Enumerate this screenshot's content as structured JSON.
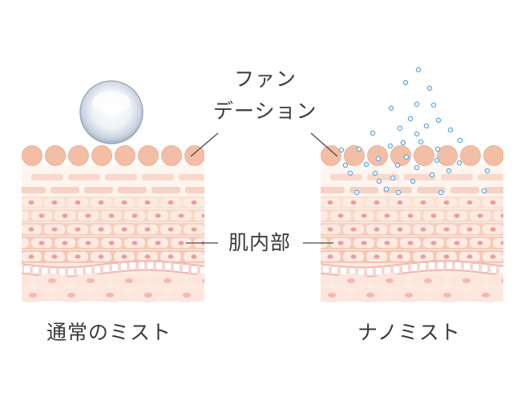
{
  "labels": {
    "foundation_line1": "ファン",
    "foundation_line2": "デーション",
    "skin_interior": "肌内部",
    "normal_mist": "通常のミスト",
    "nano_mist": "ナノミスト"
  },
  "colors": {
    "surface_cell": "#f3bea6",
    "surface_cell_stroke": "#e9a68a",
    "bar": "#f7d6c6",
    "cell_fill": "#fbe6dc",
    "nucleus": "#ef9aa0",
    "membrane": "#f0b8b4",
    "deep_cell": "#fce6dd",
    "droplet": "#5aa9e0",
    "leader_line": "#4a4a4a",
    "text": "#3a3a3a"
  }
}
